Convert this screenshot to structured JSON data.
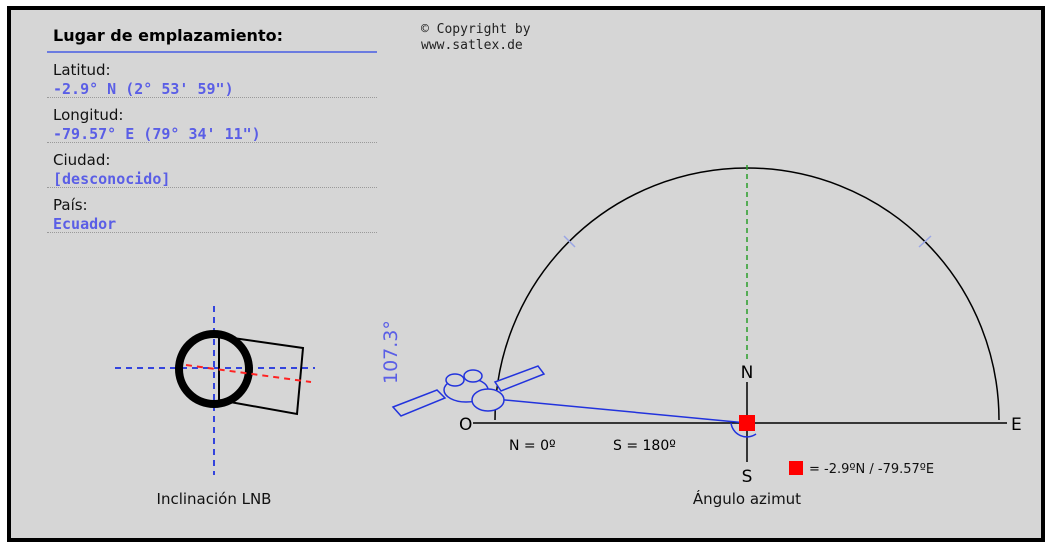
{
  "location": {
    "title": "Lugar de emplazamiento:",
    "fields": [
      {
        "label": "Latitud:",
        "value": "-2.9° N (2° 53' 59\")"
      },
      {
        "label": "Longitud:",
        "value": "-79.57° E (79° 34' 11\")"
      },
      {
        "label": "Ciudad:",
        "value": "[desconocido]"
      },
      {
        "label": "País:",
        "value": "Ecuador"
      }
    ]
  },
  "copyright": {
    "line1": "© Copyright by",
    "line2": "www.satlex.de"
  },
  "lnb": {
    "caption": "Inclinación LNB"
  },
  "azimuth": {
    "elevation_label": "107.3°",
    "compass_n": "N",
    "compass_s": "S",
    "compass_e": "E",
    "compass_o": "O",
    "n_label": "N = 0º",
    "s_label": "S = 180º",
    "caption": "Ángulo azimut",
    "legend": "= -2.9ºN / -79.57ºE"
  },
  "colors": {
    "accent": "#5a5ee6",
    "marker": "#ff0000",
    "guide": "#2a9d2a"
  }
}
